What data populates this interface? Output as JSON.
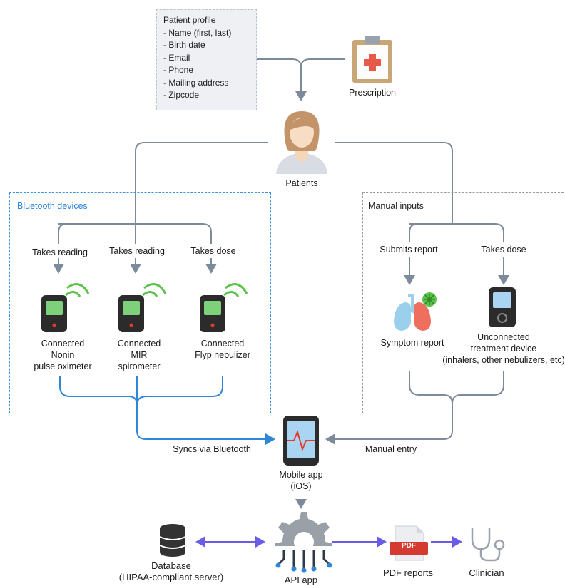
{
  "profile": {
    "title": "Patient profile",
    "items": [
      "- Name (first, last)",
      "- Birth date",
      "- Email",
      "- Phone",
      "- Mailing address",
      "- Zipcode"
    ]
  },
  "nodes": {
    "prescription": "Prescription",
    "patients": "Patients",
    "bluetooth_title": "Bluetooth devices",
    "manual_title": "Manual inputs",
    "takes_reading_1": "Takes reading",
    "takes_reading_2": "Takes reading",
    "takes_dose_1": "Takes dose",
    "submits_report": "Submits report",
    "takes_dose_2": "Takes dose",
    "oximeter": [
      "Connected",
      "Nonin",
      "pulse oximeter"
    ],
    "spirometer": [
      "Connected",
      "MIR",
      "spirometer"
    ],
    "nebulizer": [
      "Connected",
      "Flyp nebulizer"
    ],
    "symptom_report": "Symptom report",
    "unconnected": [
      "Unconnected",
      "treatment device",
      "(inhalers, other nebulizers, etc)"
    ],
    "syncs": "Syncs via Bluetooth",
    "manual_entry": "Manual entry",
    "mobile_app": [
      "Mobile app",
      "(iOS)"
    ],
    "database": [
      "Database",
      "(HIPAA-compliant server)"
    ],
    "api_app": "API app",
    "pdf_reports": "PDF reports",
    "pdf_badge": "PDF",
    "clinician": "Clinician"
  },
  "colors": {
    "bluetooth_blue": "#2f86d8",
    "connector_gray": "#7d8a9a",
    "api_purple": "#6b5ce7",
    "signal_green": "#5cc24c",
    "device_green": "#7ed17a",
    "pdf_red": "#d43a2f"
  }
}
